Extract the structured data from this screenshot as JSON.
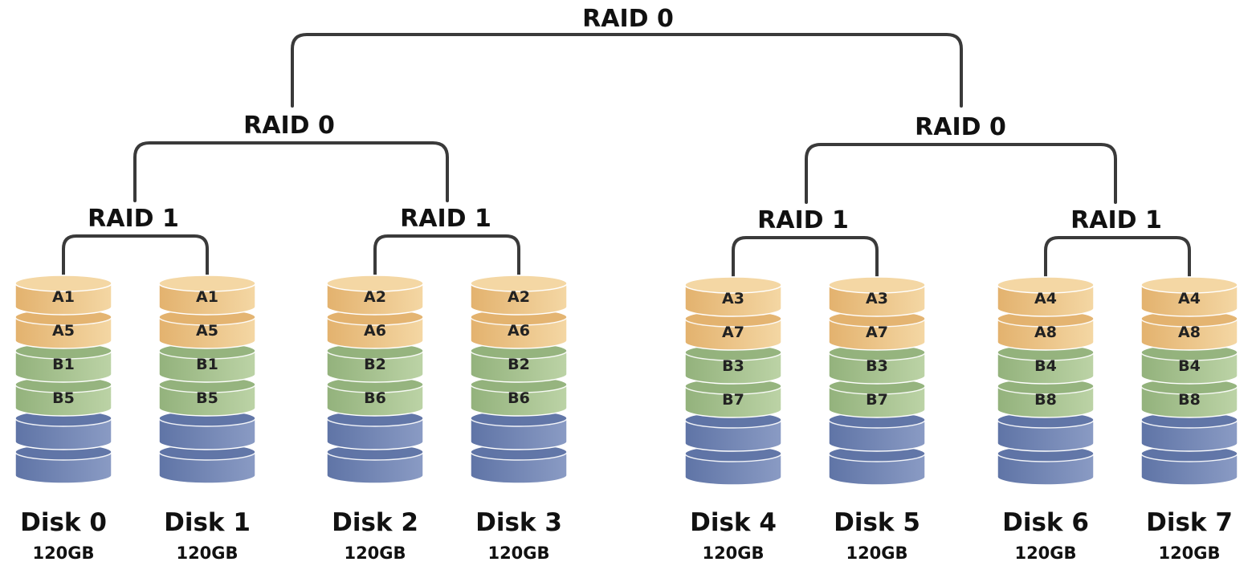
{
  "colors": {
    "a_segment": "#e3b26e",
    "a_segment_light": "#f4d7a4",
    "b_segment": "#93b27c",
    "b_segment_light": "#bcd3a6",
    "empty_segment": "#5f74a6",
    "empty_segment_light": "#8a9bc4",
    "connector": "#3a3a3a"
  },
  "top_raid": {
    "label": "RAID 0"
  },
  "mid_raids": [
    {
      "label": "RAID 0"
    },
    {
      "label": "RAID 0"
    }
  ],
  "mirror_raids": [
    {
      "label": "RAID 1"
    },
    {
      "label": "RAID 1"
    },
    {
      "label": "RAID 1"
    },
    {
      "label": "RAID 1"
    }
  ],
  "disks": [
    {
      "name": "Disk 0",
      "capacity": "120GB",
      "segments": [
        "A1",
        "A5",
        "B1",
        "B5",
        "",
        ""
      ]
    },
    {
      "name": "Disk 1",
      "capacity": "120GB",
      "segments": [
        "A1",
        "A5",
        "B1",
        "B5",
        "",
        ""
      ]
    },
    {
      "name": "Disk 2",
      "capacity": "120GB",
      "segments": [
        "A2",
        "A6",
        "B2",
        "B6",
        "",
        ""
      ]
    },
    {
      "name": "Disk 3",
      "capacity": "120GB",
      "segments": [
        "A2",
        "A6",
        "B2",
        "B6",
        "",
        ""
      ]
    },
    {
      "name": "Disk 4",
      "capacity": "120GB",
      "segments": [
        "A3",
        "A7",
        "B3",
        "B7",
        "",
        ""
      ]
    },
    {
      "name": "Disk 5",
      "capacity": "120GB",
      "segments": [
        "A3",
        "A7",
        "B3",
        "B7",
        "",
        ""
      ]
    },
    {
      "name": "Disk 6",
      "capacity": "120GB",
      "segments": [
        "A4",
        "A8",
        "B4",
        "B8",
        "",
        ""
      ]
    },
    {
      "name": "Disk 7",
      "capacity": "120GB",
      "segments": [
        "A4",
        "A8",
        "B4",
        "B8",
        "",
        ""
      ]
    }
  ]
}
